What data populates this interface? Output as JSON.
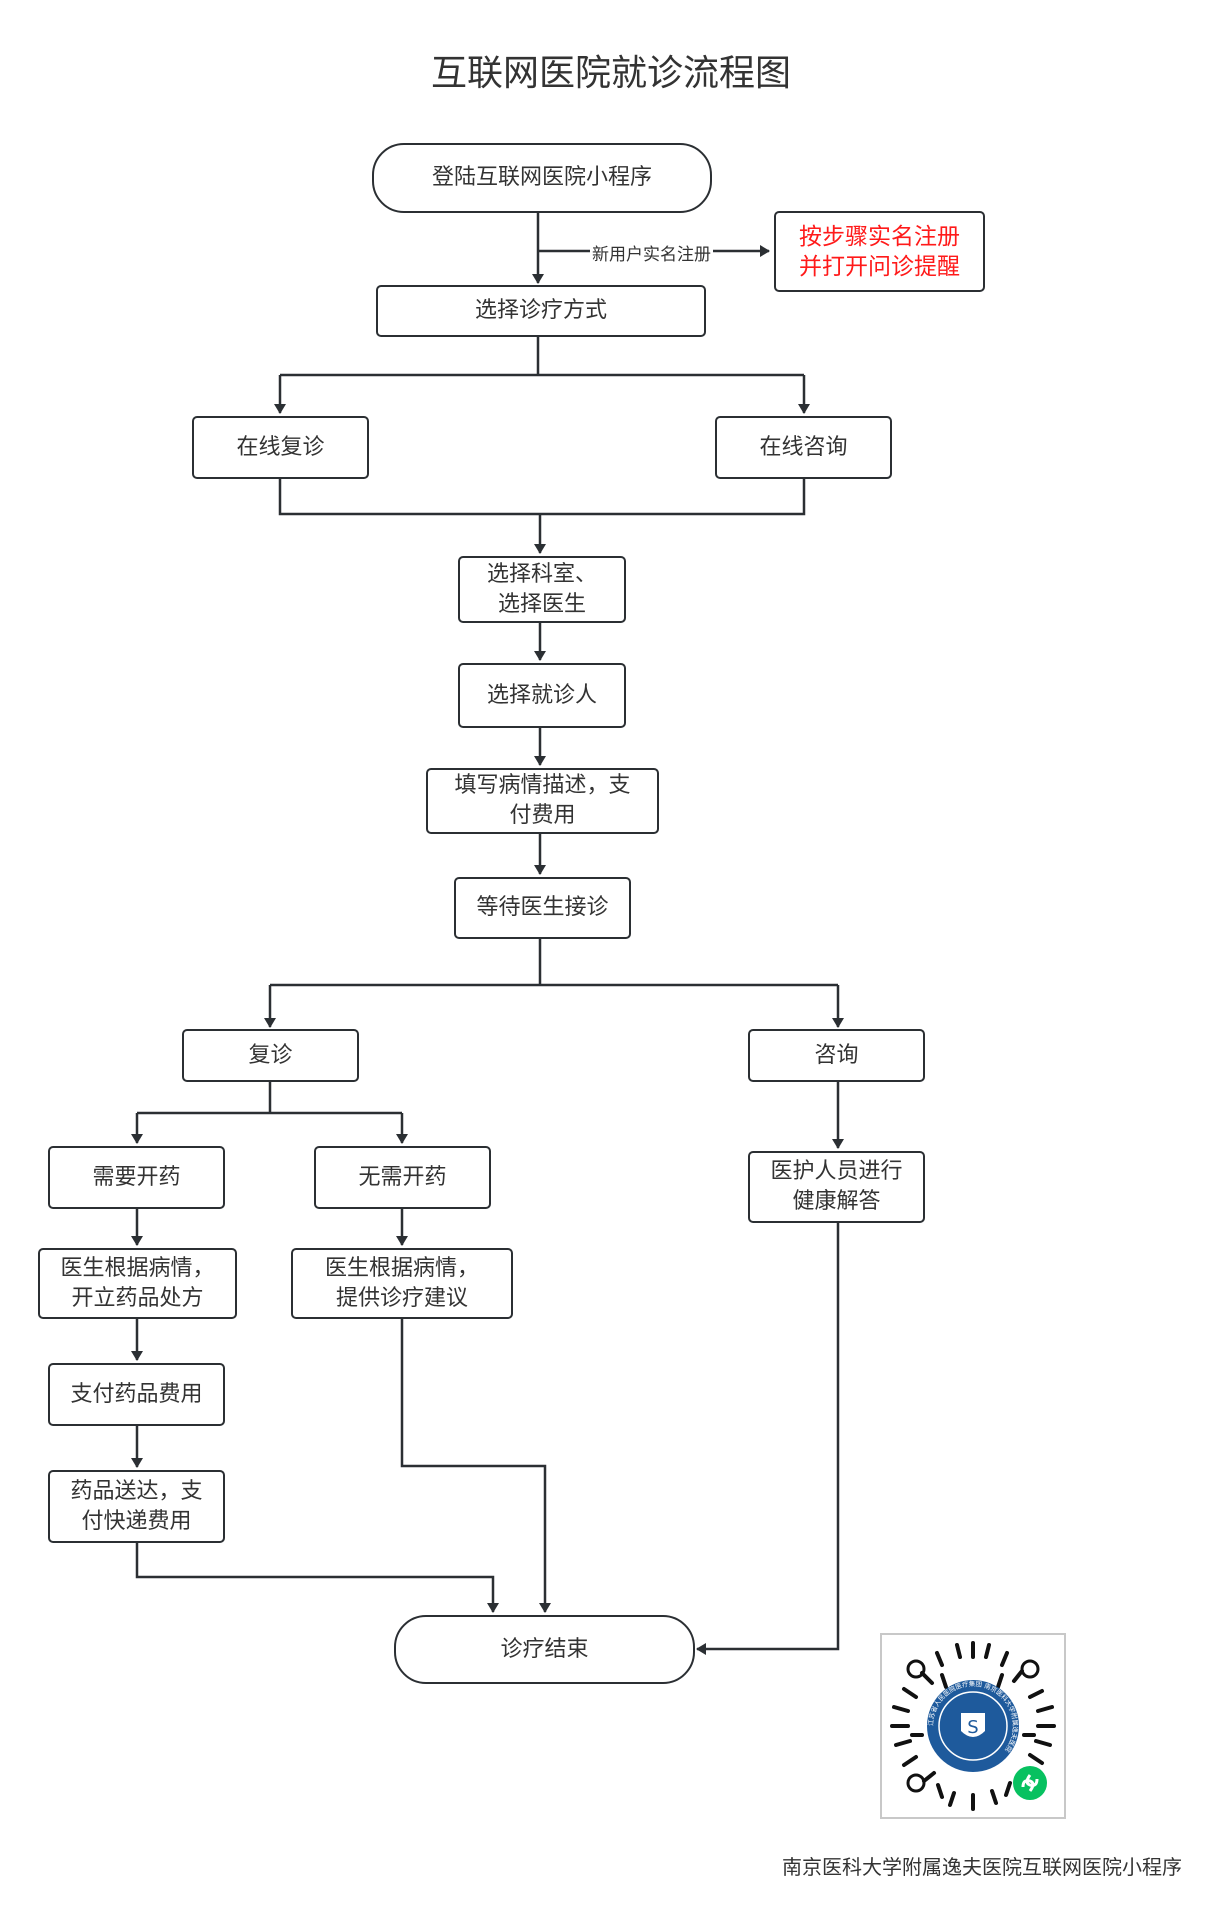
{
  "title": "互联网医院就诊流程图",
  "nodes": {
    "login": "登陆互联网医院小程序",
    "register": "按步骤实名注册\n并打开问诊提醒",
    "register_line1": "按步骤实名注册",
    "register_line2": "并打开问诊提醒",
    "edge_new_user": "新用户实名注册",
    "choose_mode": "选择诊疗方式",
    "online_revisit": "在线复诊",
    "online_consult": "在线咨询",
    "choose_dept_l1": "选择科室、",
    "choose_dept_l2": "选择医生",
    "choose_patient": "选择就诊人",
    "fill_l1": "填写病情描述，支",
    "fill_l2": "付费用",
    "wait": "等待医生接诊",
    "revisit": "复诊",
    "consult": "咨询",
    "need_drug": "需要开药",
    "no_drug": "无需开药",
    "prescribe_l1": "医生根据病情，",
    "prescribe_l2": "开立药品处方",
    "advice_l1": "医生根据病情，",
    "advice_l2": "提供诊疗建议",
    "pay_drug": "支付药品费用",
    "deliver_l1": "药品送达，支",
    "deliver_l2": "付快递费用",
    "health_l1": "医护人员进行",
    "health_l2": "健康解答",
    "end": "诊疗结束"
  },
  "footer": "南京医科大学附属逸夫医院互联网医院小程序",
  "qr_logo_text": "江苏省人民医院医疗集团 南京医科大学附属逸夫医院",
  "colors": {
    "line": "#2b2f33",
    "highlight": "#ff1a1a",
    "wechat_green": "#07c160",
    "logo_blue": "#1e5a9c"
  }
}
